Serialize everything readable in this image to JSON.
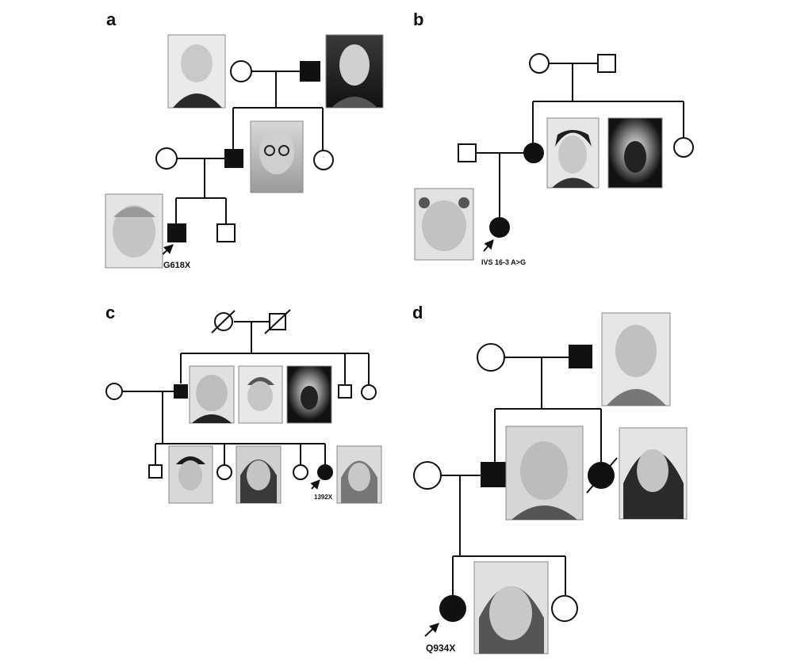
{
  "panels": {
    "a": {
      "label": "a",
      "mutation": "G618X"
    },
    "b": {
      "label": "b",
      "mutation": "IVS 16-3 A>G"
    },
    "c": {
      "label": "c",
      "mutation": "1392X"
    },
    "d": {
      "label": "d",
      "mutation": "Q934X"
    }
  },
  "symbols": {
    "male_unaffected": "open square",
    "male_affected": "filled square",
    "female_unaffected": "open circle",
    "female_affected": "filled circle",
    "deceased": "diagonal slash",
    "proband": "arrow"
  },
  "colors": {
    "affected": "#111111",
    "unaffected": "#ffffff",
    "line": "#111111"
  }
}
